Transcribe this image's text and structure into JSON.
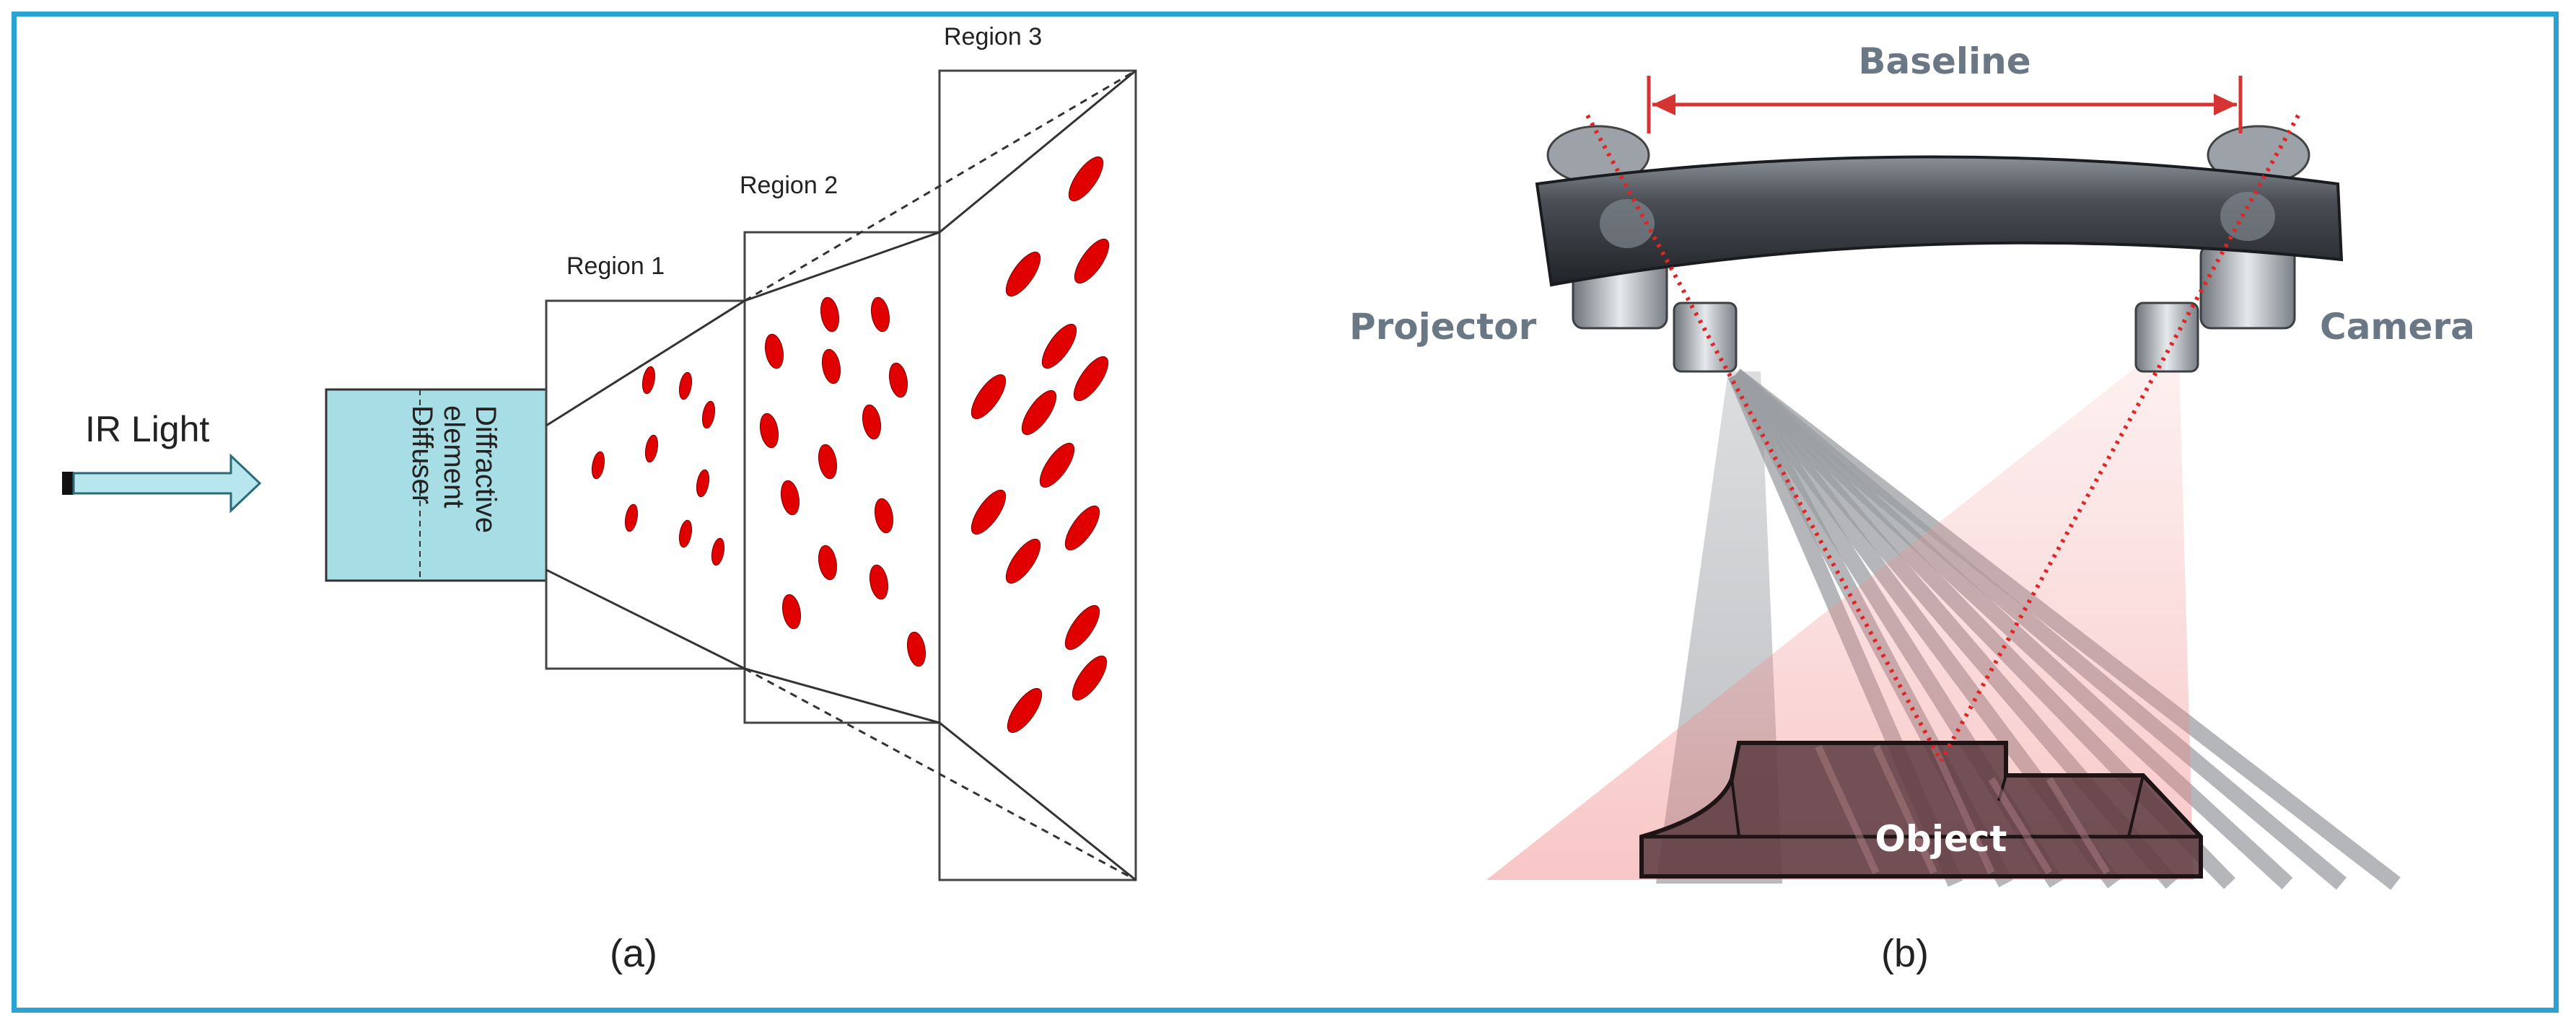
{
  "panel_a": {
    "input_label": "IR Light",
    "element_labels": [
      "Diffractive",
      "element",
      "Diffuser"
    ],
    "region_labels": [
      "Region 1",
      "Region 2",
      "Region 3"
    ],
    "caption": "(a)",
    "colors": {
      "diffuser": "#a7dde4",
      "dot": "#e00000",
      "arrow": "#b8e6ee"
    }
  },
  "panel_b": {
    "baseline_label": "Baseline",
    "projector_label": "Projector",
    "camera_label": "Camera",
    "object_label": "Object",
    "caption": "(b)",
    "colors": {
      "ray": "#e02525",
      "frame": "#2aa3d4"
    }
  }
}
